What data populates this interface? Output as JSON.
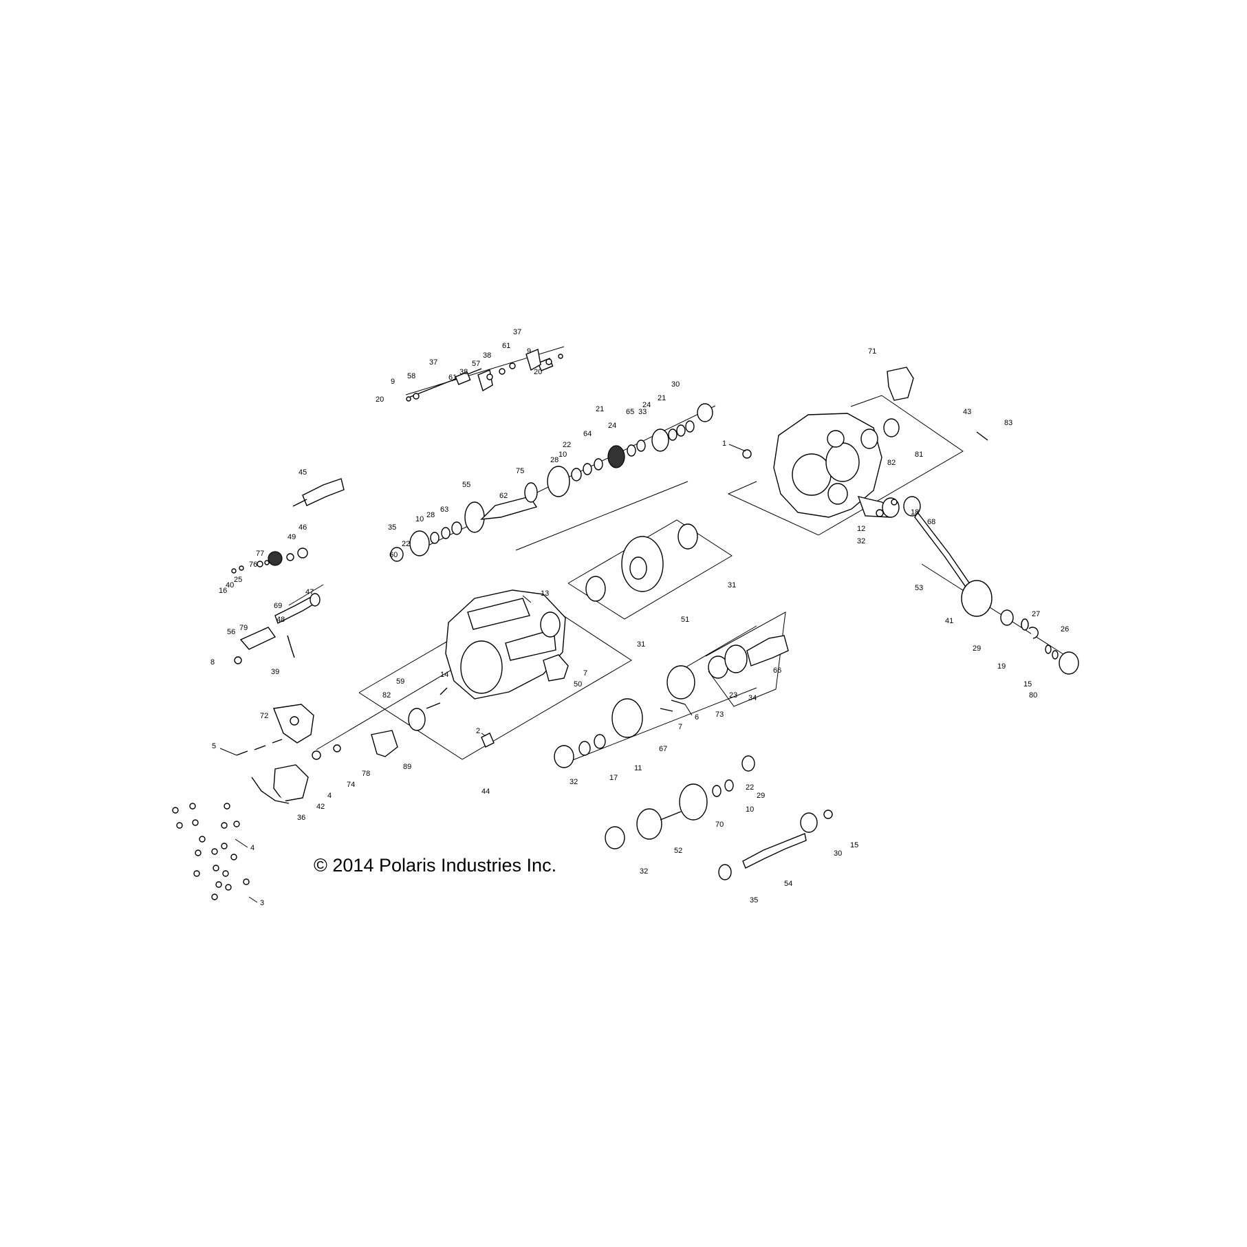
{
  "copyright": "© 2014 Polaris Industries Inc.",
  "callouts": {
    "c1": "1",
    "c2": "2",
    "c3": "3",
    "c4a": "4",
    "c4b": "4",
    "c5": "5",
    "c6": "6",
    "c7a": "7",
    "c7b": "7",
    "c8": "8",
    "c9a": "9",
    "c9b": "9",
    "c10a": "10",
    "c10b": "10",
    "c10c": "10",
    "c11": "11",
    "c12": "12",
    "c13": "13",
    "c14": "14",
    "c15a": "15",
    "c15b": "15",
    "c16": "16",
    "c17": "17",
    "c18": "18",
    "c19": "19",
    "c20a": "20",
    "c20b": "20",
    "c21a": "21",
    "c21b": "21",
    "c22a": "22",
    "c22b": "22",
    "c22c": "22",
    "c23": "23",
    "c24a": "24",
    "c24b": "24",
    "c25": "25",
    "c26": "26",
    "c27": "27",
    "c28a": "28",
    "c28b": "28",
    "c29a": "29",
    "c29b": "29",
    "c30a": "30",
    "c30b": "30",
    "c31a": "31",
    "c31b": "31",
    "c32a": "32",
    "c32b": "32",
    "c32c": "32",
    "c33": "33",
    "c34": "34",
    "c35a": "35",
    "c35b": "35",
    "c36": "36",
    "c37a": "37",
    "c37b": "37",
    "c38a": "38",
    "c38b": "38",
    "c39": "39",
    "c40": "40",
    "c41": "41",
    "c42": "42",
    "c43": "43",
    "c44": "44",
    "c45": "45",
    "c46": "46",
    "c47": "47",
    "c48": "48",
    "c49": "49",
    "c50": "50",
    "c51": "51",
    "c52": "52",
    "c53": "53",
    "c54": "54",
    "c55": "55",
    "c56": "56",
    "c57": "57",
    "c58": "58",
    "c59": "59",
    "c60": "60",
    "c61a": "61",
    "c61b": "61",
    "c62": "62",
    "c63": "63",
    "c64": "64",
    "c65": "65",
    "c66": "66",
    "c67": "67",
    "c68": "68",
    "c69": "69",
    "c70": "70",
    "c71": "71",
    "c72": "72",
    "c73": "73",
    "c74": "74",
    "c75": "75",
    "c76": "76",
    "c77": "77",
    "c78": "78",
    "c79": "79",
    "c80": "80",
    "c81": "81",
    "c82a": "82",
    "c82b": "82",
    "c83": "83",
    "c89": "89"
  }
}
